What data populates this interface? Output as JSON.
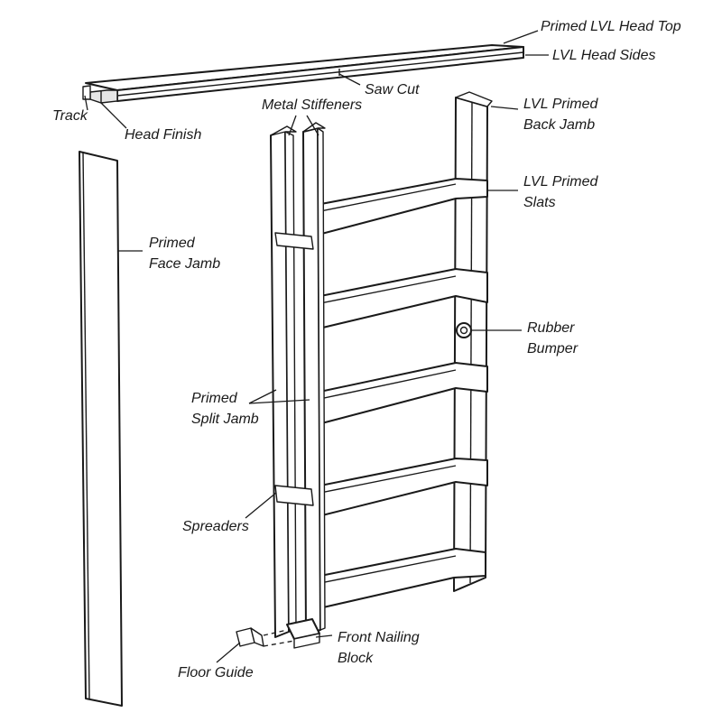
{
  "labels": {
    "primed_lvl_head_top": "Primed LVL Head Top",
    "lvl_head_sides": "LVL Head Sides",
    "saw_cut": "Saw Cut",
    "track": "Track",
    "head_finish": "Head Finish",
    "metal_stiffeners": "Metal Stiffeners",
    "lvl_primed_back_jamb": [
      "LVL Primed",
      "Back Jamb"
    ],
    "lvl_primed_slats": [
      "LVL Primed",
      "Slats"
    ],
    "primed_face_jamb": [
      "Primed",
      "Face Jamb"
    ],
    "rubber_bumper": [
      "Rubber",
      "Bumper"
    ],
    "primed_split_jamb": [
      "Primed",
      "Split Jamb"
    ],
    "spreaders": "Spreaders",
    "front_nailing_block": [
      "Front Nailing",
      "Block"
    ],
    "floor_guide": "Floor Guide"
  }
}
